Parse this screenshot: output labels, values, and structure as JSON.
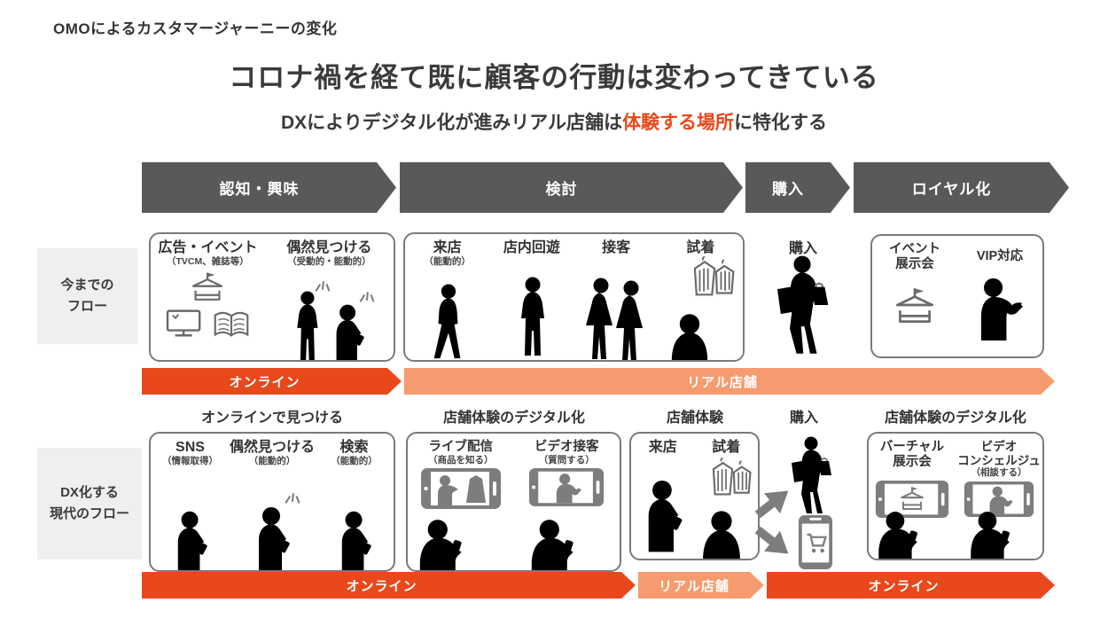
{
  "header": {
    "kicker": "OMOによるカスタマージャーニーの変化",
    "title": "コロナ禍を経て既に顧客の行動は変わってきている",
    "subtitle": {
      "pre": "DXによりデジタル化が進みリアル店舗は",
      "highlight": "体験する場所",
      "post": "に特化する"
    }
  },
  "stages": [
    {
      "label": "認知・興味"
    },
    {
      "label": "検討"
    },
    {
      "label": "購入"
    },
    {
      "label": "ロイヤル化"
    }
  ],
  "flow1": {
    "side_label": {
      "line1": "今までの",
      "line2": "フロー"
    },
    "awareness": {
      "ad": {
        "title": "広告・イベント",
        "sub": "（TVCM、雑誌等）"
      },
      "find": {
        "title": "偶然見つける",
        "sub": "（受動的・能動的）"
      }
    },
    "consider": {
      "visit": {
        "title": "来店",
        "sub": "（能動的）"
      },
      "browse": {
        "title": "店内回遊"
      },
      "service": {
        "title": "接客"
      },
      "fitting": {
        "title": "試着"
      }
    },
    "purchase_label": "購入",
    "loyal": {
      "event": {
        "line1": "イベント",
        "line2": "展示会"
      },
      "vip": {
        "title": "VIP対応"
      }
    },
    "channels": [
      {
        "label": "オンライン"
      },
      {
        "label": "リアル店舗"
      }
    ]
  },
  "flow2": {
    "side_label": {
      "line1": "DX化する",
      "line2": "現代のフロー"
    },
    "section_labels": {
      "find_online": "オンラインで見つける",
      "digital_store1": "店舗体験のデジタル化",
      "store_exp": "店舗体験",
      "purchase": "購入",
      "digital_store2": "店舗体験のデジタル化"
    },
    "online_find": {
      "sns": {
        "title": "SNS",
        "sub": "（情報取得）"
      },
      "find": {
        "title": "偶然見つける",
        "sub": "（能動的）"
      },
      "search": {
        "title": "検索",
        "sub": "（能動的）"
      }
    },
    "digital_exp": {
      "live": {
        "title": "ライブ配信",
        "sub": "（商品を知る）"
      },
      "video": {
        "title": "ビデオ接客",
        "sub": "（質問する）"
      }
    },
    "store_exp": {
      "visit": {
        "title": "来店"
      },
      "fitting": {
        "title": "試着"
      }
    },
    "digital_loyal": {
      "virtual": {
        "line1": "バーチャル",
        "line2": "展示会"
      },
      "concierge": {
        "line1": "ビデオ",
        "line2": "コンシェルジュ",
        "sub": "（相談する）"
      }
    },
    "channels": [
      {
        "label": "オンライン"
      },
      {
        "label": "リアル店舗"
      },
      {
        "label": "オンライン"
      }
    ]
  },
  "colors": {
    "stage_gray": "#595959",
    "online_orange": "#E8481B",
    "real_store_salmon": "#F59B6F",
    "silhouette": "#7D7D7D",
    "highlight": "#E8481B"
  },
  "icons": {
    "event_tent": "event-booth-icon",
    "tv": "tv-icon",
    "magazine": "open-magazine-icon",
    "clothes": "clothes-on-hangers-icon",
    "cart_phone": "smartphone-cart-icon",
    "spark": "notice-spark-icon",
    "arrow": "chunky-arrow-icon"
  }
}
